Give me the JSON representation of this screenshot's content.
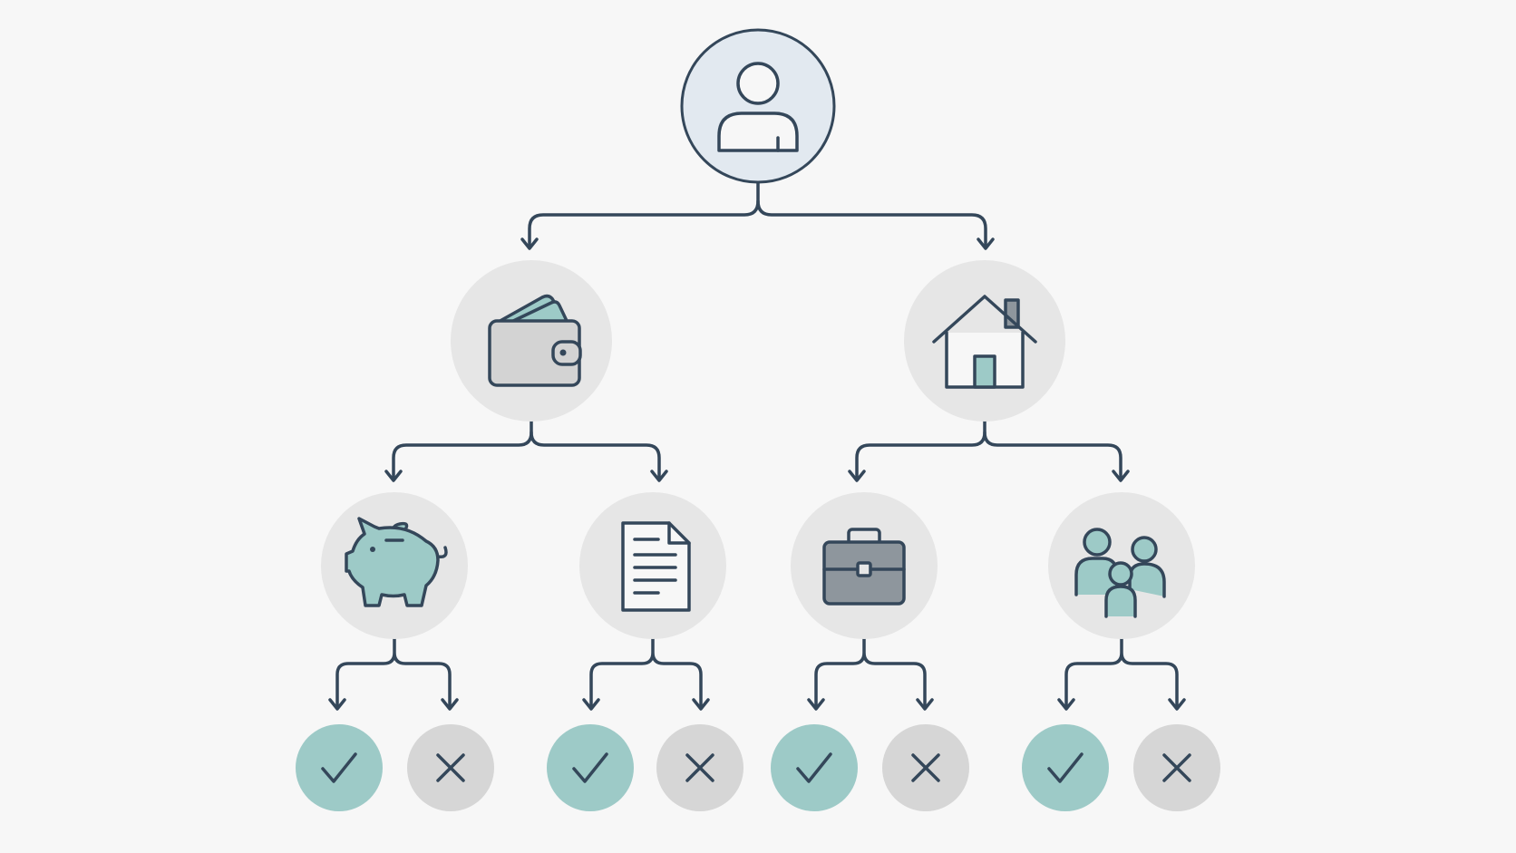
{
  "colors": {
    "background": "#f7f7f7",
    "ink": "#34475a",
    "node_neutral": "#e6e6e6",
    "root_fill": "#e2e9f0",
    "accent_teal": "#9dcac7",
    "reject_gray": "#d6d6d6",
    "icon_gray": "#d3d3d3",
    "icon_dark_gray": "#8e969d"
  },
  "nodes": [
    {
      "id": "root",
      "icon": "person-icon"
    },
    {
      "id": "finances",
      "icon": "wallet-icon"
    },
    {
      "id": "housing",
      "icon": "house-icon"
    },
    {
      "id": "savings",
      "icon": "piggy-bank-icon"
    },
    {
      "id": "documents",
      "icon": "document-icon"
    },
    {
      "id": "employment",
      "icon": "briefcase-icon"
    },
    {
      "id": "family",
      "icon": "family-icon"
    },
    {
      "id": "savings-approve",
      "icon": "checkmark-icon"
    },
    {
      "id": "savings-reject",
      "icon": "x-icon"
    },
    {
      "id": "documents-approve",
      "icon": "checkmark-icon"
    },
    {
      "id": "documents-reject",
      "icon": "x-icon"
    },
    {
      "id": "employment-approve",
      "icon": "checkmark-icon"
    },
    {
      "id": "employment-reject",
      "icon": "x-icon"
    },
    {
      "id": "family-approve",
      "icon": "checkmark-icon"
    },
    {
      "id": "family-reject",
      "icon": "x-icon"
    }
  ],
  "edges": [
    [
      "root",
      "finances"
    ],
    [
      "root",
      "housing"
    ],
    [
      "finances",
      "savings"
    ],
    [
      "finances",
      "documents"
    ],
    [
      "housing",
      "employment"
    ],
    [
      "housing",
      "family"
    ],
    [
      "savings",
      "savings-approve"
    ],
    [
      "savings",
      "savings-reject"
    ],
    [
      "documents",
      "documents-approve"
    ],
    [
      "documents",
      "documents-reject"
    ],
    [
      "employment",
      "employment-approve"
    ],
    [
      "employment",
      "employment-reject"
    ],
    [
      "family",
      "family-approve"
    ],
    [
      "family",
      "family-reject"
    ]
  ]
}
